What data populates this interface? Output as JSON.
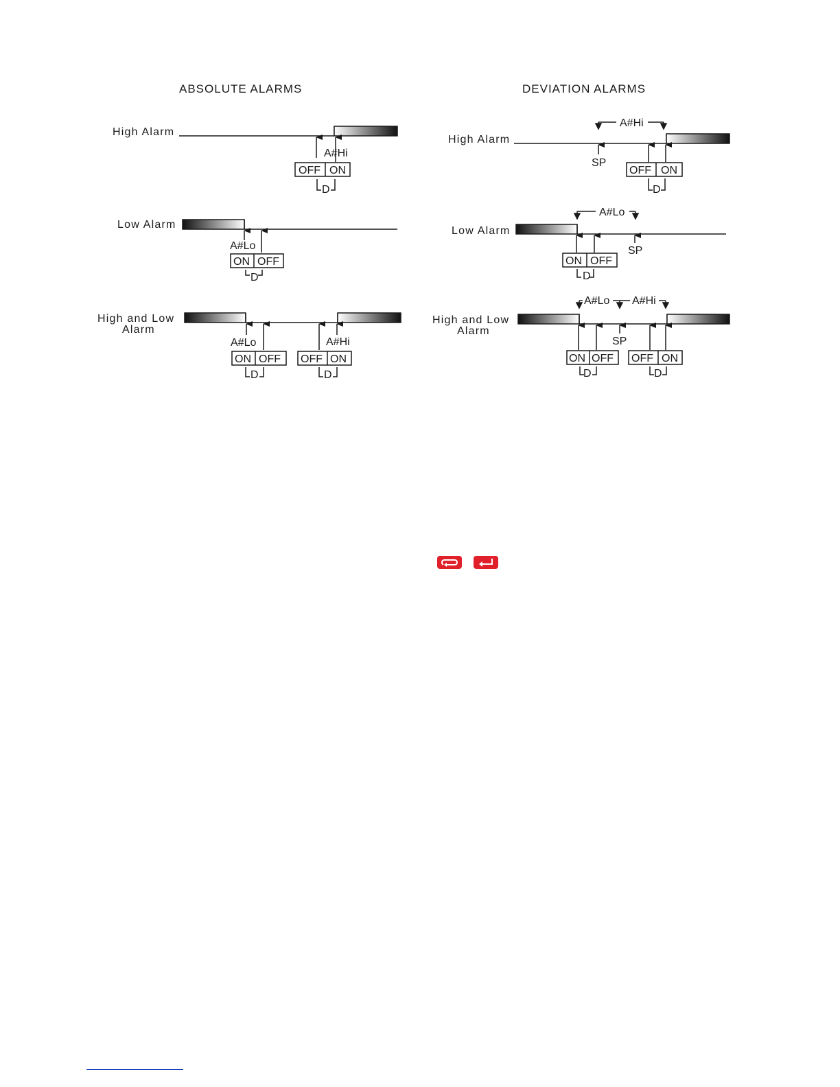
{
  "headings": {
    "absolute": "ABSOLUTE ALARMS",
    "deviation": "DEVIATION ALARMS"
  },
  "labels": {
    "high_alarm": "High Alarm",
    "low_alarm": "Low Alarm",
    "high_and_low": "High and Low",
    "alarm": "Alarm"
  },
  "markers": {
    "a_hi": "A#Hi",
    "a_lo": "A#Lo",
    "sp": "SP",
    "d": "D",
    "on": "ON",
    "off": "OFF"
  },
  "keys": [
    {
      "name": "loop-key-icon",
      "color": "#e0202a"
    },
    {
      "name": "enter-key-icon",
      "color": "#e0202a"
    }
  ]
}
